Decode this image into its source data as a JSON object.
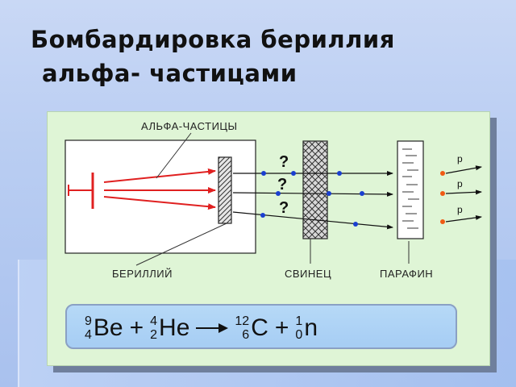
{
  "slide": {
    "title_line1": "Бомбардировка бериллия",
    "title_line2": "альфа- частицами"
  },
  "diagram": {
    "labels": {
      "alpha": "АЛЬФА-ЧАСТИЦЫ",
      "beryllium": "БЕРИЛЛИЙ",
      "lead": "СВИНЕЦ",
      "paraffin": "ПАРАФИН"
    },
    "question_mark": "?",
    "proton_label": "p",
    "colors": {
      "alpha_ray": "#e02020",
      "neutral_particle": "#1a3fd0",
      "proton_particle": "#f05a14",
      "panel_bg": "#dff5d6"
    }
  },
  "equation": {
    "be": {
      "mass": "9",
      "charge": "4",
      "symbol": "Be"
    },
    "plus1": "+",
    "he": {
      "mass": "4",
      "charge": "2",
      "symbol": "He"
    },
    "arrow_icon": "right-arrow-icon",
    "c": {
      "mass": "12",
      "charge": "6",
      "symbol": "C"
    },
    "plus2": "+",
    "n": {
      "mass": "1",
      "charge": "0",
      "symbol": "n"
    }
  }
}
